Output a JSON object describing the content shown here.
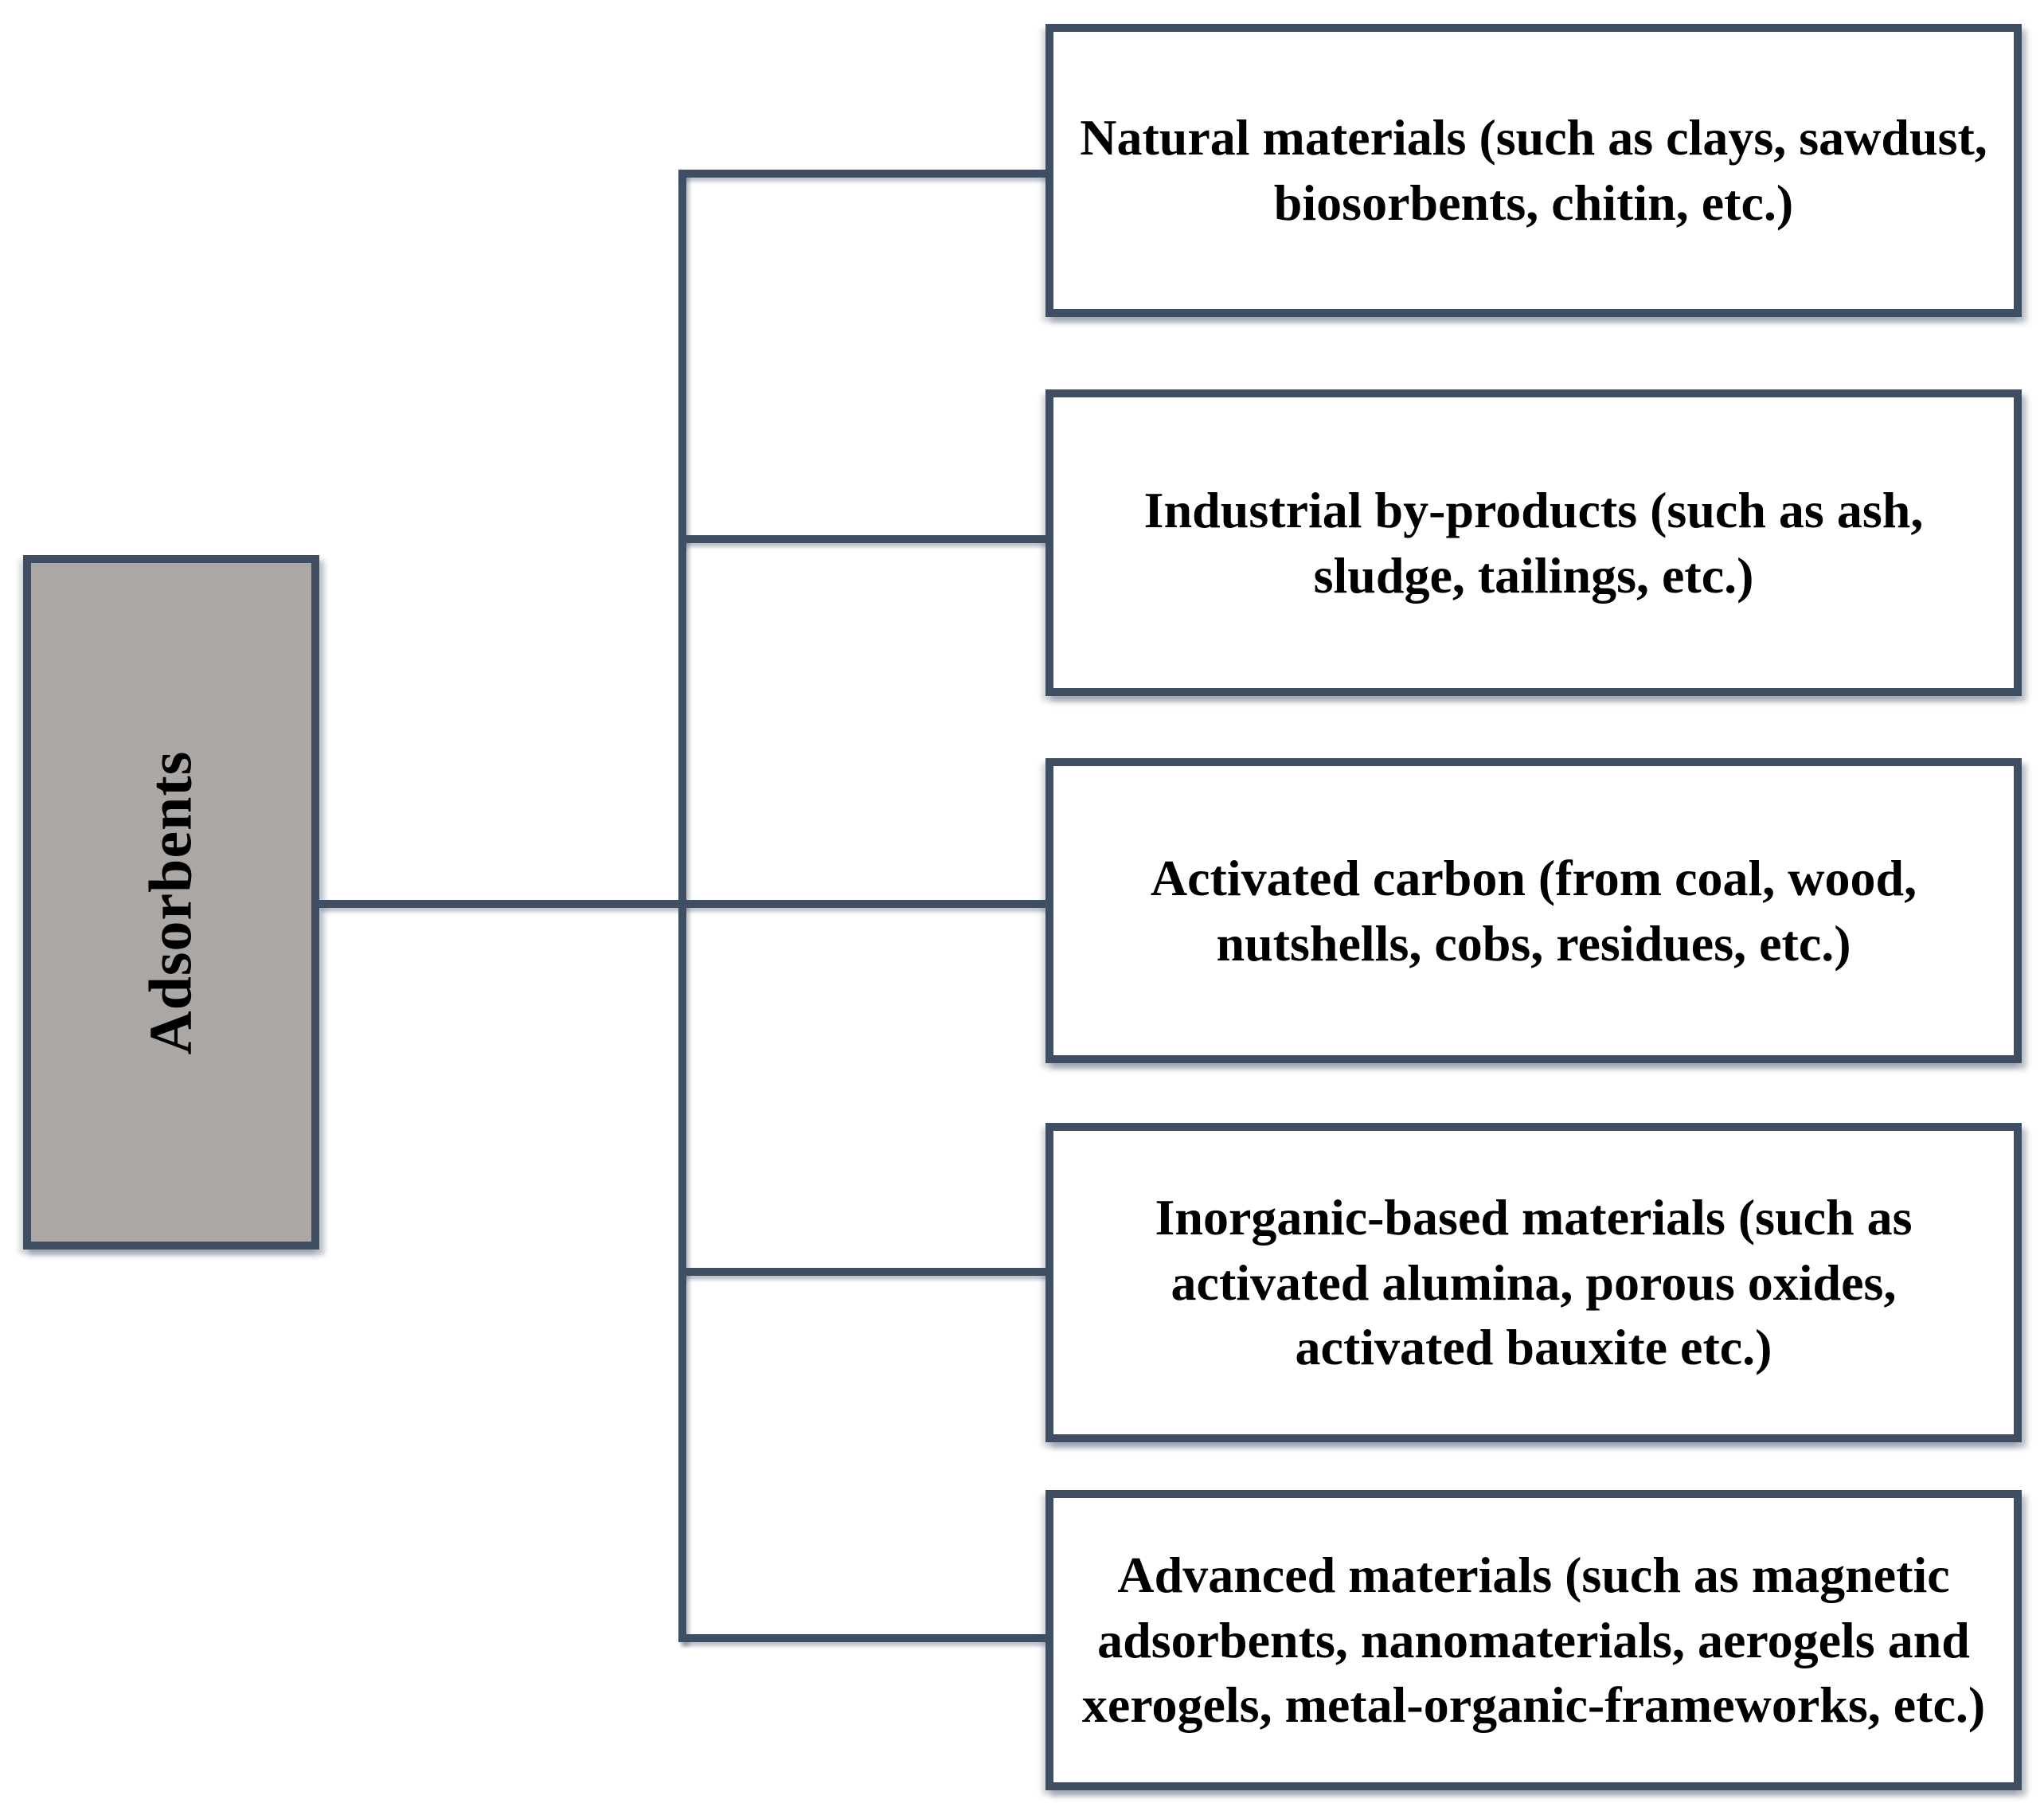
{
  "diagram": {
    "type": "hierarchy",
    "root": {
      "label": "Adsorbents"
    },
    "children": [
      {
        "label": "Natural materials (such as clays, sawdust, biosorbents, chitin, etc.)"
      },
      {
        "label": "Industrial by-products (such as ash, sludge, tailings, etc.)"
      },
      {
        "label": "Activated carbon (from coal, wood, nutshells, cobs, residues, etc.)"
      },
      {
        "label": "Inorganic-based materials (such as activated alumina, porous oxides, activated bauxite etc.)"
      },
      {
        "label": "Advanced materials (such as magnetic adsorbents, nanomaterials, aerogels and xerogels, metal-organic-frameworks, etc.)"
      }
    ],
    "colors": {
      "node_border": "#3f4e63",
      "connector": "#3f4e63",
      "root_fill": "#aba7a4",
      "child_fill": "#ffffff",
      "text": "#000000",
      "shadow": "rgba(68,84,106,0.38)"
    }
  }
}
